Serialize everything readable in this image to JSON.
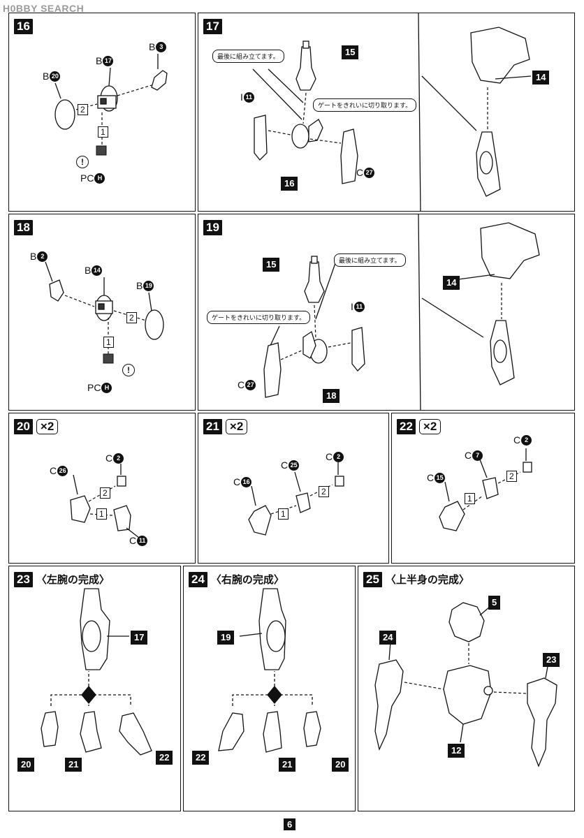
{
  "watermark": "H0BBY SEARCH",
  "page_number": "6",
  "notes": {
    "assemble_last": "最後に組み立てます。",
    "gate_note": "ゲートをきれいに切り取ります。"
  },
  "steps": {
    "s16": {
      "number": "16",
      "parts": {
        "b20": {
          "letter": "B",
          "num": "20"
        },
        "b17": {
          "letter": "B",
          "num": "17"
        },
        "b3": {
          "letter": "B",
          "num": "3"
        },
        "pch": {
          "letter": "PC",
          "num": "H"
        }
      },
      "order": [
        "1",
        "2"
      ],
      "excl": "!"
    },
    "s17": {
      "number": "17",
      "callouts": [
        "15",
        "16",
        "14"
      ],
      "parts": {
        "i11": {
          "letter": "I",
          "num": "11"
        },
        "c27": {
          "letter": "C",
          "num": "27"
        }
      }
    },
    "s18": {
      "number": "18",
      "parts": {
        "b2": {
          "letter": "B",
          "num": "2"
        },
        "b14": {
          "letter": "B",
          "num": "14"
        },
        "b19": {
          "letter": "B",
          "num": "19"
        },
        "pch": {
          "letter": "PC",
          "num": "H"
        }
      },
      "order": [
        "1",
        "2"
      ],
      "excl": "!"
    },
    "s19": {
      "number": "19",
      "callouts": [
        "15",
        "18",
        "14"
      ],
      "parts": {
        "i11": {
          "letter": "I",
          "num": "11"
        },
        "c27": {
          "letter": "C",
          "num": "27"
        }
      }
    },
    "s20": {
      "number": "20",
      "mult": "×2",
      "parts": {
        "c26": {
          "letter": "C",
          "num": "26"
        },
        "c2": {
          "letter": "C",
          "num": "2"
        },
        "c11": {
          "letter": "C",
          "num": "11"
        }
      },
      "order": [
        "2",
        "1"
      ]
    },
    "s21": {
      "number": "21",
      "mult": "×2",
      "parts": {
        "c16": {
          "letter": "C",
          "num": "16"
        },
        "c25": {
          "letter": "C",
          "num": "25"
        },
        "c2": {
          "letter": "C",
          "num": "2"
        }
      },
      "order": [
        "1",
        "2"
      ]
    },
    "s22": {
      "number": "22",
      "mult": "×2",
      "parts": {
        "c15": {
          "letter": "C",
          "num": "15"
        },
        "c7": {
          "letter": "C",
          "num": "7"
        },
        "c2": {
          "letter": "C",
          "num": "2"
        }
      },
      "order": [
        "1",
        "2"
      ]
    },
    "s23": {
      "number": "23",
      "title": "〈左腕の完成〉",
      "callouts": [
        "17",
        "20",
        "21",
        "22"
      ]
    },
    "s24": {
      "number": "24",
      "title": "〈右腕の完成〉",
      "callouts": [
        "19",
        "22",
        "21",
        "20"
      ]
    },
    "s25": {
      "number": "25",
      "title": "〈上半身の完成〉",
      "callouts": [
        "5",
        "24",
        "23",
        "12"
      ]
    }
  }
}
